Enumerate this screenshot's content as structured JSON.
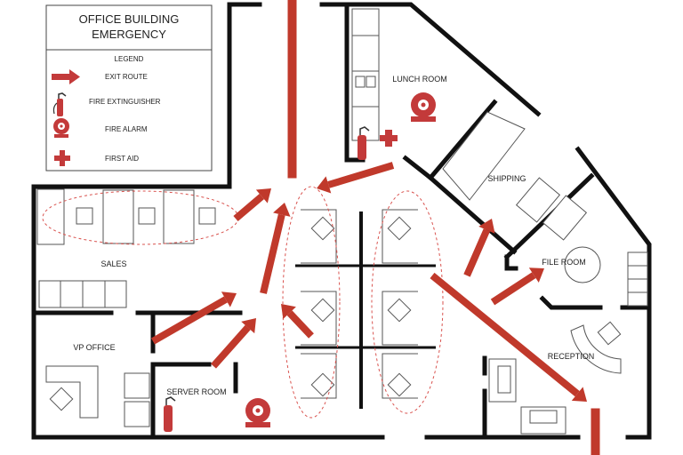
{
  "legend": {
    "title_line1": "OFFICE BUILDING",
    "title_line2": "EMERGENCY",
    "heading": "LEGEND",
    "items": [
      {
        "icon": "exit-route-arrow-icon",
        "label": "EXIT ROUTE"
      },
      {
        "icon": "fire-extinguisher-icon",
        "label": "FIRE EXTINGUISHER"
      },
      {
        "icon": "fire-alarm-icon",
        "label": "FIRE ALARM"
      },
      {
        "icon": "first-aid-icon",
        "label": "FIRST AID"
      }
    ]
  },
  "rooms": {
    "lunch": "LUNCH ROOM",
    "shipping": "SHIPPING",
    "sales": "SALES",
    "file": "FILE ROOM",
    "vp": "VP OFFICE",
    "reception": "RECEPTION",
    "server": "SERVER ROOM"
  },
  "colors": {
    "route": "#c0392b",
    "wall": "#111111",
    "zone_outline": "#d9534f"
  }
}
